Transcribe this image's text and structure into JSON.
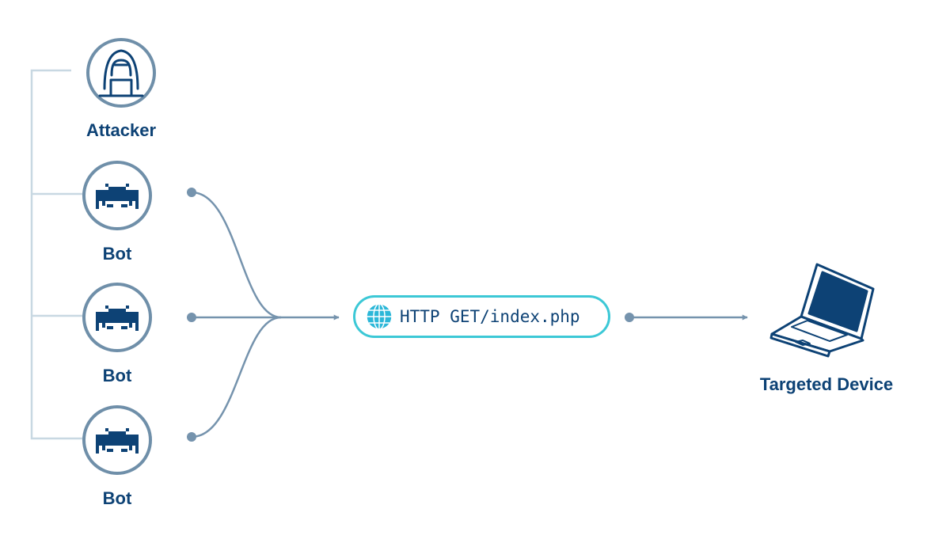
{
  "nodes": {
    "attacker": {
      "label": "Attacker",
      "icon": "hooded-hacker-icon"
    },
    "bots": [
      {
        "label": "Bot",
        "icon": "space-invader-bot-icon"
      },
      {
        "label": "Bot",
        "icon": "space-invader-bot-icon"
      },
      {
        "label": "Bot",
        "icon": "space-invader-bot-icon"
      }
    ],
    "target": {
      "label": "Targeted Device",
      "icon": "laptop-icon"
    }
  },
  "request": {
    "label": "HTTP GET/index.php",
    "icon": "globe-icon"
  },
  "colors": {
    "dark_blue": "#0d4275",
    "circle_border": "#6f8fa9",
    "connector": "#7593ad",
    "bracket": "#c8d8e2",
    "pill_border": "#3cc8d6",
    "globe_fill": "#2bb7d8"
  }
}
